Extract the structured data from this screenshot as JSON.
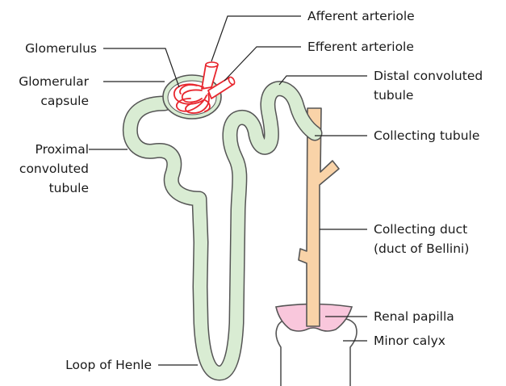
{
  "labels": {
    "afferent_arteriole": "Afferent arteriole",
    "efferent_arteriole": "Efferent arteriole",
    "glomerulus": "Glomerulus",
    "glomerular_capsule_line1": "Glomerular",
    "glomerular_capsule_line2": "capsule",
    "distal_line1": "Distal convoluted",
    "distal_line2": "tubule",
    "proximal_line1": "Proximal",
    "proximal_line2": "convoluted",
    "proximal_line3": "tubule",
    "collecting_tubule": "Collecting tubule",
    "collecting_duct_line1": "Collecting duct",
    "collecting_duct_line2": "(duct of Bellini)",
    "renal_papilla": "Renal papilla",
    "minor_calyx": "Minor calyx",
    "loop_of_henle": "Loop of Henle"
  },
  "colors": {
    "tubule_fill": "#d9ecd3",
    "duct_fill": "#f9d3a8",
    "papilla_fill": "#f9c7dc",
    "glomerulus_stroke": "#e8262e",
    "outline": "#555555",
    "leader_line": "#222222"
  }
}
